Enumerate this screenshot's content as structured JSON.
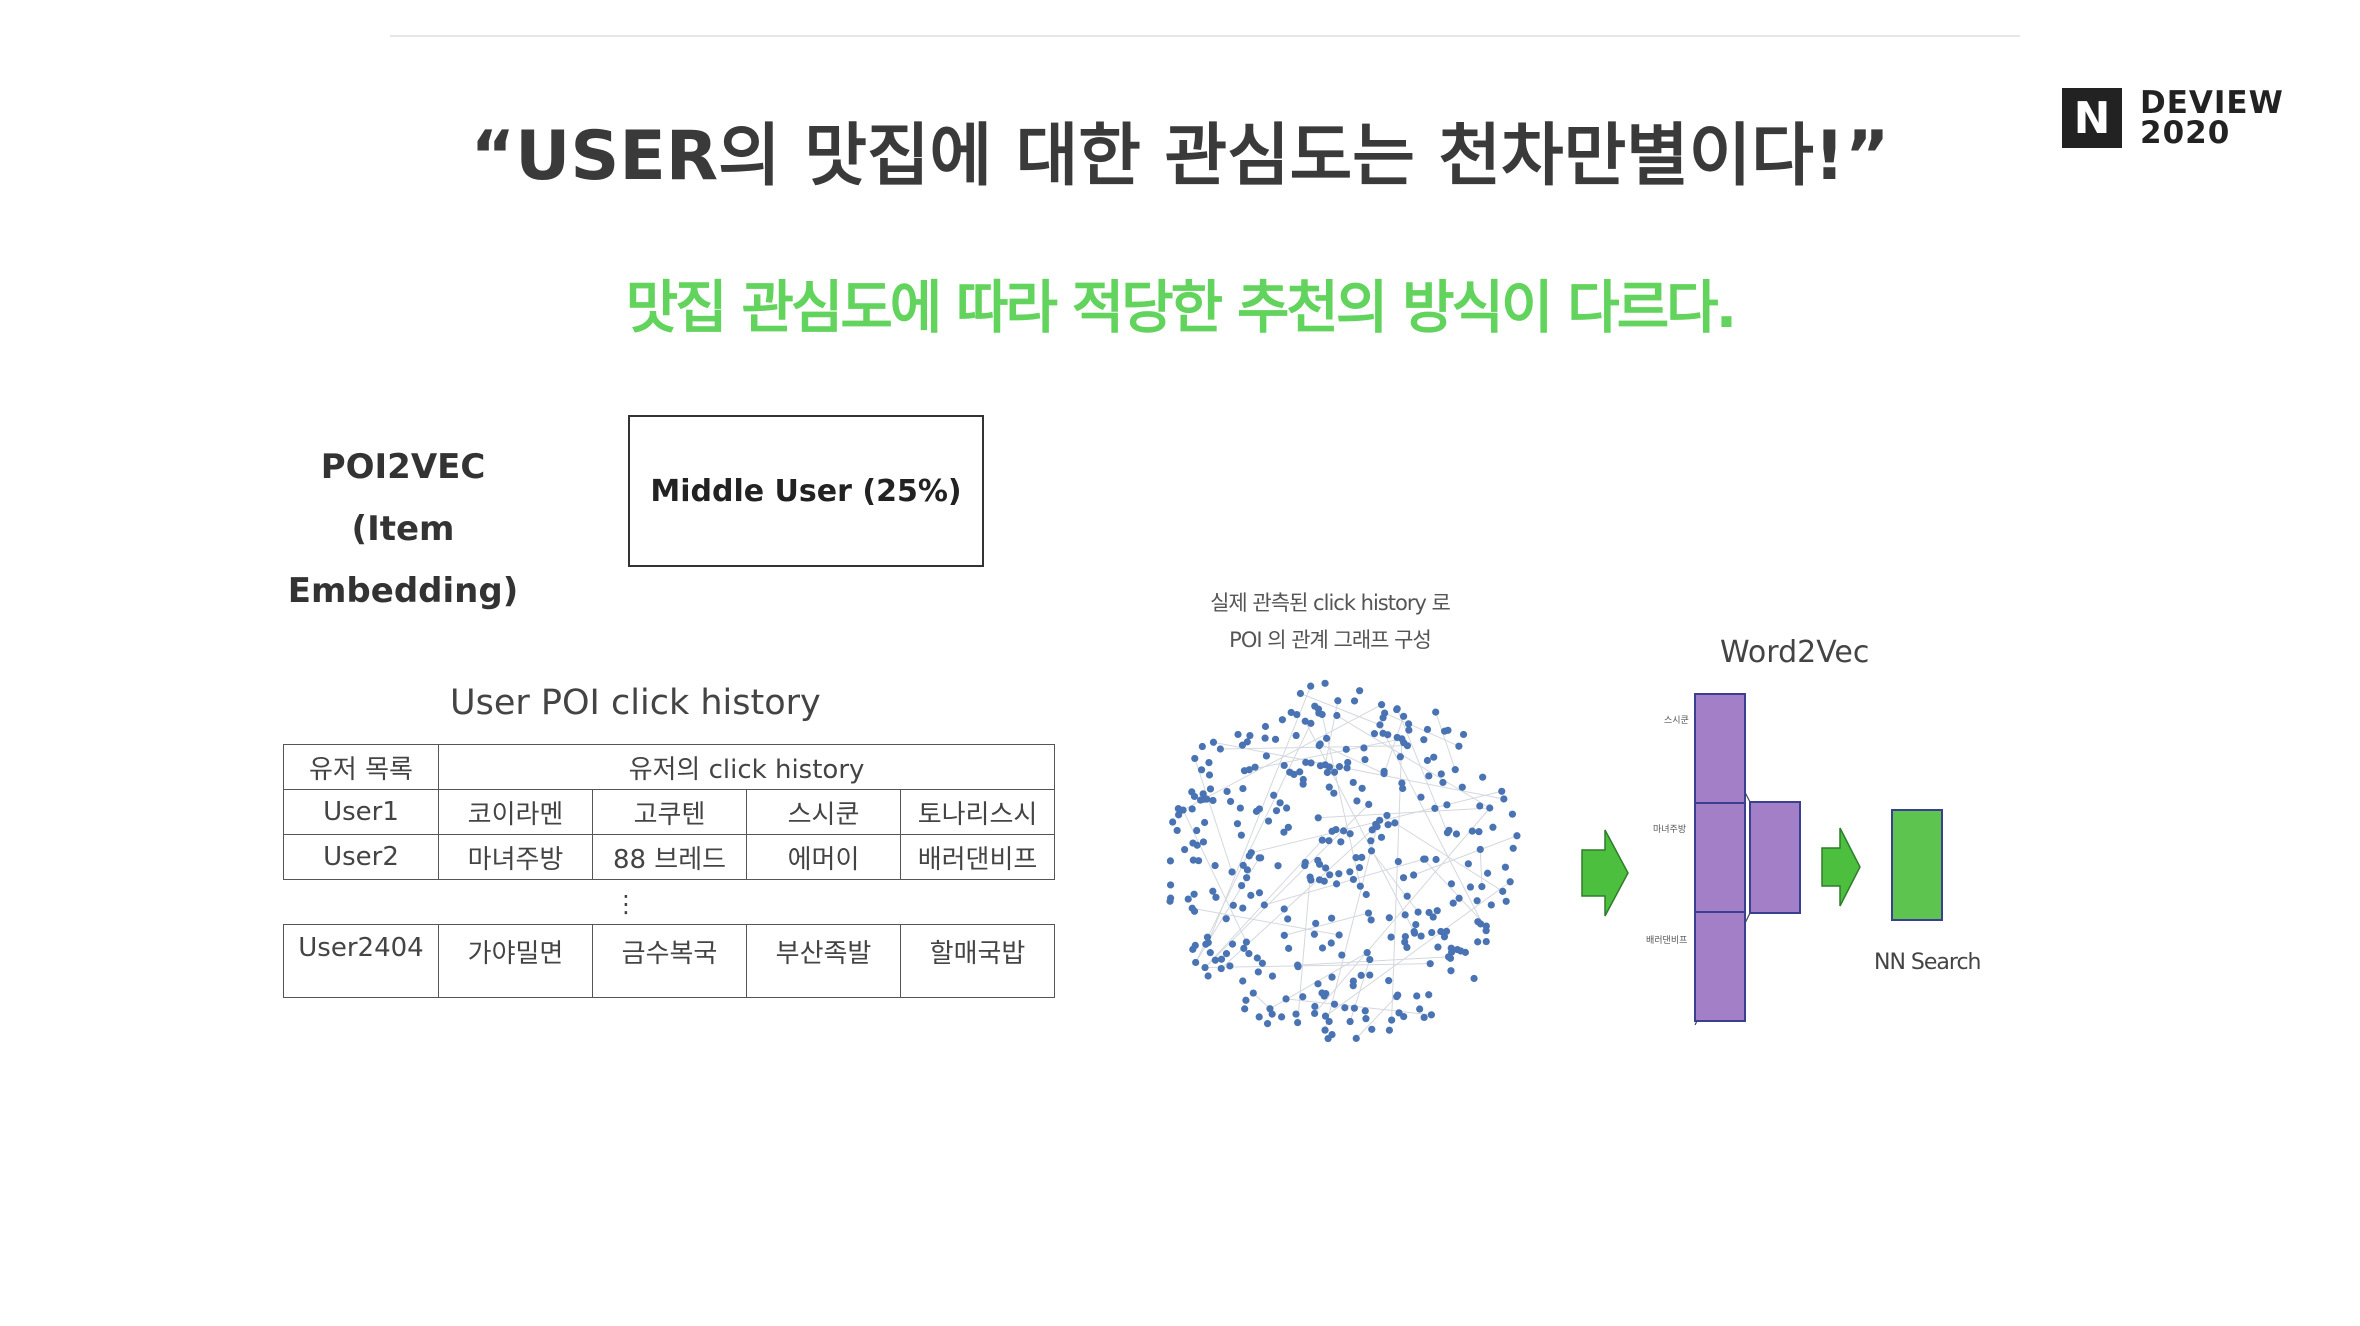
{
  "brand": {
    "logo_letter": "N",
    "line1": "DEVIEW",
    "line2": "2020"
  },
  "title": "“USER의 맛집에 대한 관심도는 천차만별이다!”",
  "subtitle": "맛집 관심도에 따라 적당한 추천의 방식이 다르다.",
  "colors": {
    "accent_green": "#62d45d",
    "arrow_green": "#4cbf3f",
    "embedding_purple": "#a37fc8",
    "output_green": "#5cc44f",
    "node_blue": "#4a73b3"
  },
  "poi2vec": {
    "line1": "POI2VEC",
    "line2": "(Item Embedding)"
  },
  "segment": "Middle User (25%)",
  "table": {
    "title": "User POI click history",
    "header": [
      "유저 목록",
      "유저의 click history"
    ],
    "rows": [
      [
        "User1",
        "코이라멘",
        "고쿠텐",
        "스시쿤",
        "토나리스시"
      ],
      [
        "User2",
        "마녀주방",
        "88 브레드",
        "에머이",
        "배러댄비프"
      ]
    ],
    "ellipsis": "⋮",
    "last_row": [
      "User2404",
      "가야밀면",
      "금수복국",
      "부산족발",
      "할매국밥"
    ]
  },
  "graph": {
    "caption_line1": "실제 관측된 click history 로",
    "caption_line2": "POI 의 관계 그래프 구성"
  },
  "word2vec": {
    "title": "Word2Vec",
    "inputs": [
      "스시쿤",
      "마녀주방",
      "배러댄비프"
    ],
    "search_label": "NN Search"
  }
}
